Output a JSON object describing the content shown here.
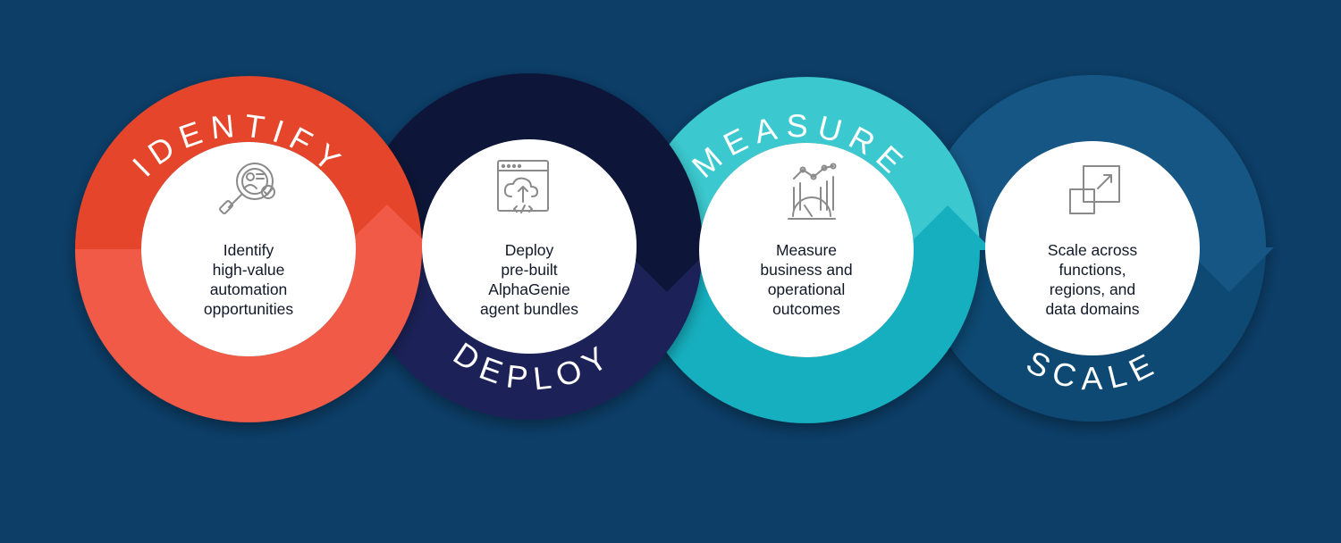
{
  "background": "#0c3e67",
  "steps": [
    {
      "title": "IDENTIFY",
      "icon": "magnifier-profile-check-icon",
      "lines": [
        "Identify",
        "high-value",
        "automation",
        "opportunities"
      ],
      "color_top": "#e5452b",
      "color_bottom": "#f05a47"
    },
    {
      "title": "DEPLOY",
      "icon": "cloud-upload-window-icon",
      "lines": [
        "Deploy",
        "pre-built",
        "AlphaGenie",
        "agent bundles"
      ],
      "color_top": "#0f1538",
      "color_bottom": "#1a2159"
    },
    {
      "title": "MEASURE",
      "icon": "chart-gauge-icon",
      "lines": [
        "Measure",
        "business and",
        "operational",
        "outcomes"
      ],
      "color_top": "#3ac9cf",
      "color_bottom": "#14afbf"
    },
    {
      "title": "SCALE",
      "icon": "scale-squares-arrow-icon",
      "lines": [
        "Scale across",
        "functions,",
        "regions, and",
        "data domains"
      ],
      "color_top": "#175785",
      "color_bottom": "#0f4873"
    }
  ]
}
